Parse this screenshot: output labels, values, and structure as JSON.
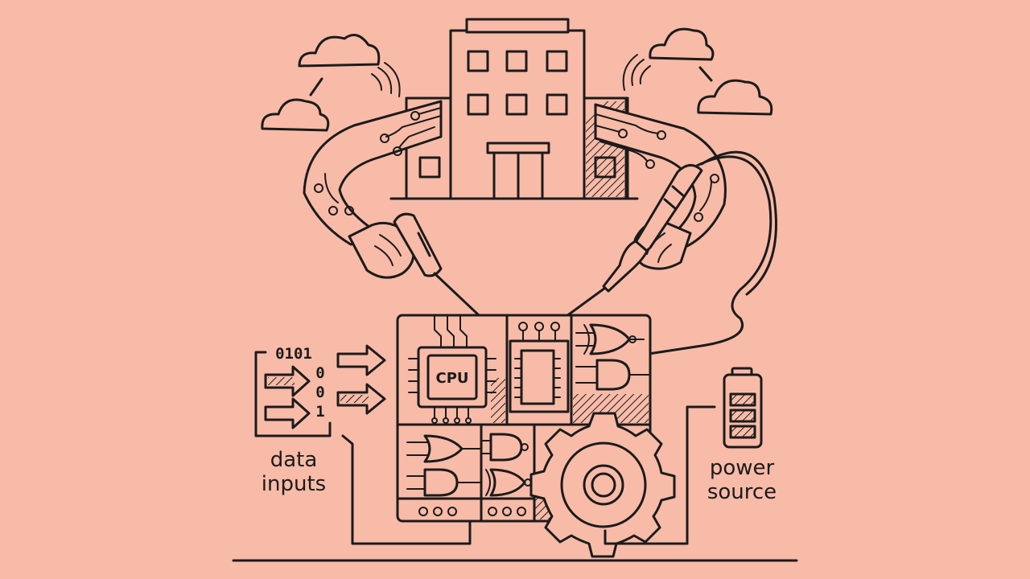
{
  "labels": {
    "cpu": "CPU",
    "binary_top": "0101",
    "binary_side": [
      "0",
      "0",
      "1"
    ],
    "data_inputs": [
      "data",
      "inputs"
    ],
    "power_source": [
      "power",
      "source"
    ]
  },
  "colors": {
    "background": "#f8bba8",
    "ink": "#1b1b1b"
  },
  "icons": [
    "cloud-icon",
    "building-icon",
    "robotic-arm-icon",
    "screwdriver-icon",
    "soldering-iron-icon",
    "cpu-chip-icon",
    "logic-gate-icon",
    "gear-icon",
    "battery-icon",
    "arrow-icon"
  ]
}
